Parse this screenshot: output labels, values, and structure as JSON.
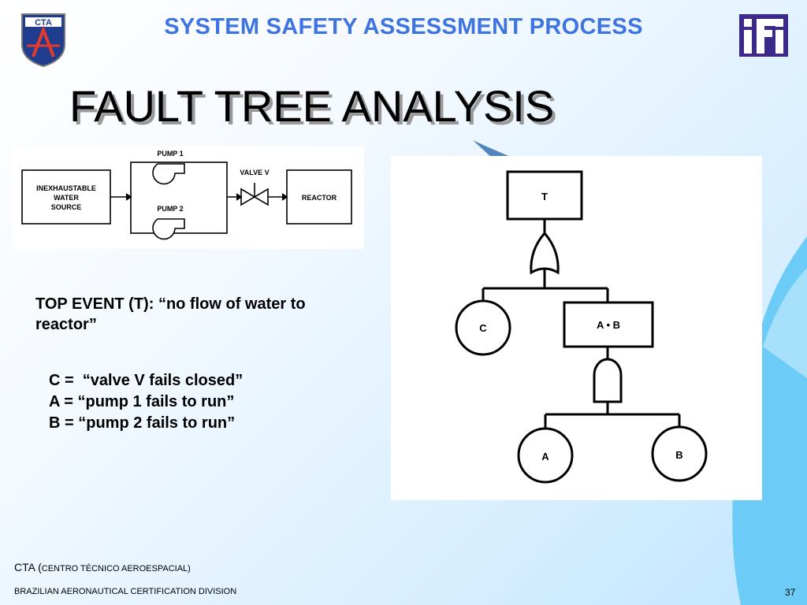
{
  "header": {
    "title": "SYSTEM SAFETY ASSESSMENT PROCESS",
    "left_logo_text": "CTA",
    "right_logo_text": "ifi"
  },
  "slide": {
    "title": "FAULT TREE ANALYSIS"
  },
  "system_diagram": {
    "source_label_1": "INEXHAUSTABLE",
    "source_label_2": "WATER",
    "source_label_3": "SOURCE",
    "pump1_label": "PUMP 1",
    "pump2_label": "PUMP 2",
    "valve_label": "VALVE V",
    "reactor_label": "REACTOR"
  },
  "fault_tree": {
    "top_event": "T",
    "intermediate_event": "A • B",
    "basic_c": "C",
    "basic_a": "A",
    "basic_b": "B"
  },
  "notes": {
    "top_event": "TOP EVENT (T): “no flow of water to reactor”",
    "legend": [
      "C =  “valve V fails closed”",
      "A = “pump 1 fails to run”",
      "B = “pump 2 fails to run”"
    ]
  },
  "footer": {
    "org_prefix": "CTA (",
    "org_full": "CENTRO TÉCNICO AEROESPACIAL)",
    "division": "BRAZILIAN AERONAUTICAL CERTIFICATION DIVISION",
    "page_number": "37"
  },
  "colors": {
    "header_title": "#3d74e0",
    "ifi_logo": "#3b2a8a",
    "cta_shield": "#1f3c8f",
    "wave": "#5cc8f8"
  }
}
